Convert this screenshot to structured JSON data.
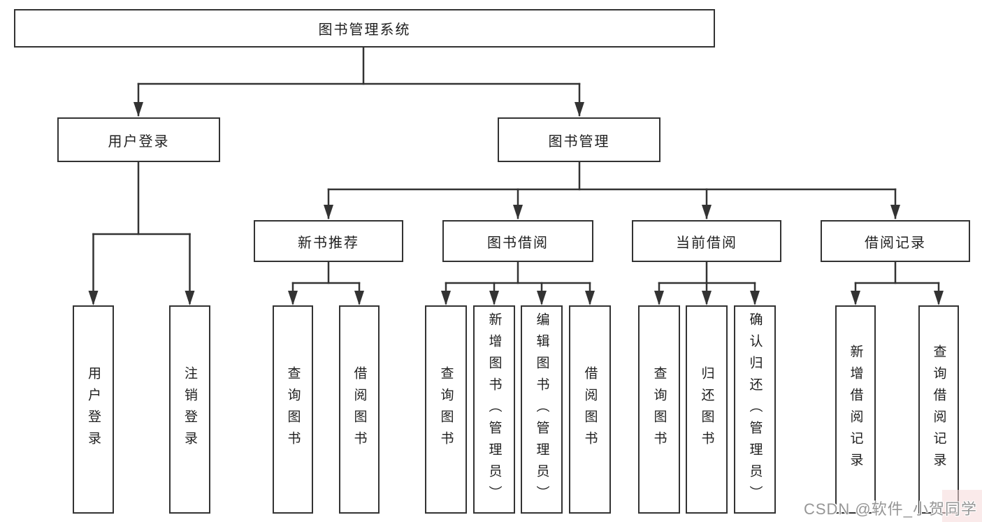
{
  "root": {
    "label": "图书管理系统"
  },
  "branches": [
    {
      "label": "用户登录",
      "children": [
        {
          "label": "用户登录"
        },
        {
          "label": "注销登录"
        }
      ]
    },
    {
      "label": "图书管理",
      "children": [
        {
          "label": "新书推荐",
          "children": [
            {
              "label": "查询图书"
            },
            {
              "label": "借阅图书"
            }
          ]
        },
        {
          "label": "图书借阅",
          "children": [
            {
              "label": "查询图书"
            },
            {
              "label": "新增图书（管理员）"
            },
            {
              "label": "编辑图书（管理员）"
            },
            {
              "label": "借阅图书"
            }
          ]
        },
        {
          "label": "当前借阅",
          "children": [
            {
              "label": "查询图书"
            },
            {
              "label": "归还图书"
            },
            {
              "label": "确认归还（管理员）"
            }
          ]
        },
        {
          "label": "借阅记录",
          "children": [
            {
              "label": "新增借阅记录"
            },
            {
              "label": "查询借阅记录"
            }
          ]
        }
      ]
    }
  ],
  "colors": {
    "line": "#333333",
    "text": "#1f1f1f",
    "watermark": "#969696"
  },
  "watermark": {
    "text": "CSDN @软件_小贺同学"
  }
}
